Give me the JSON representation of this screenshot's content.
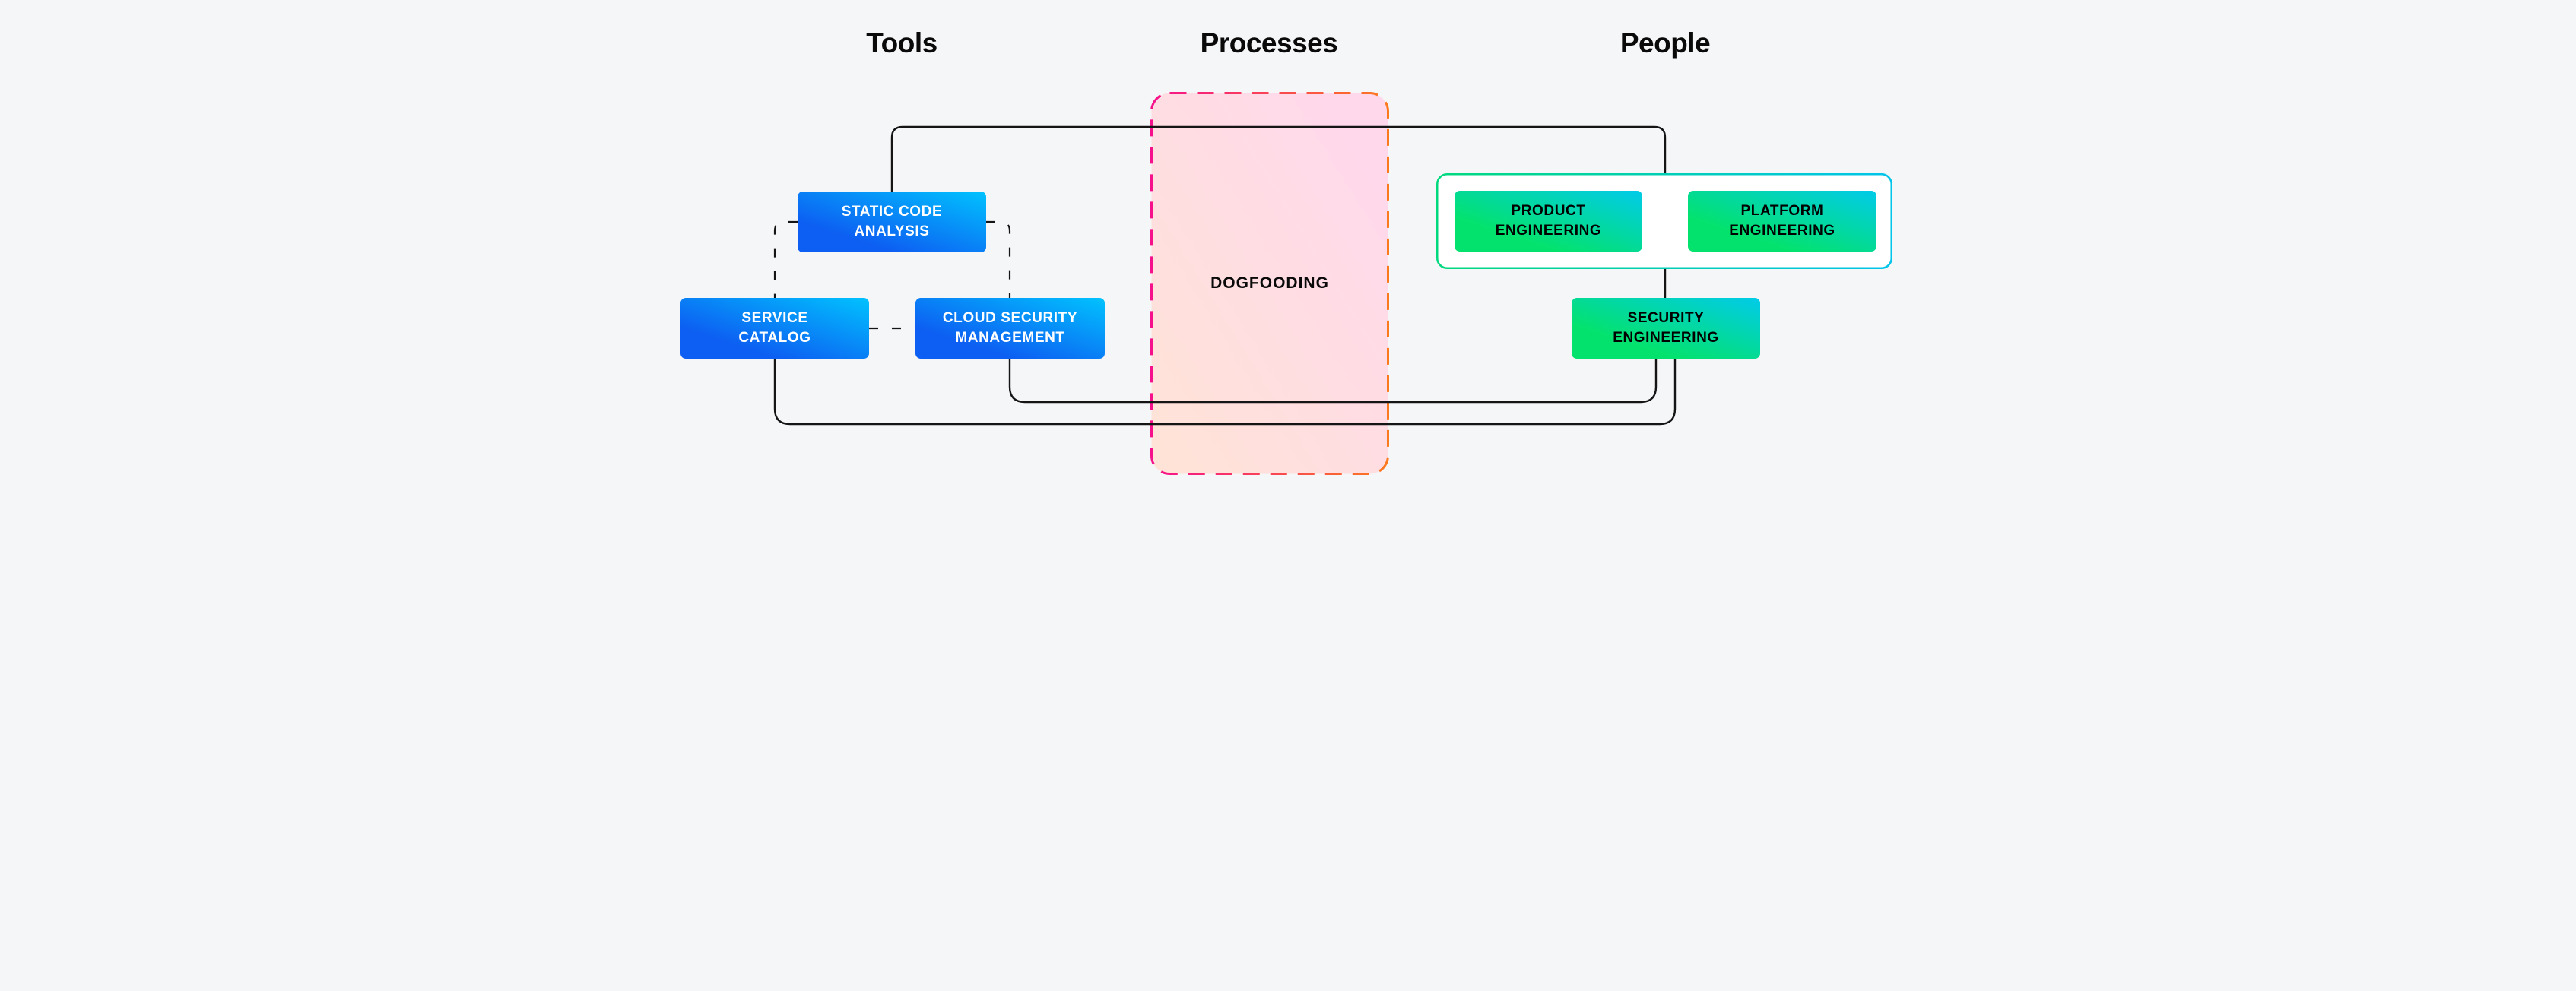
{
  "diagram_title": "Tools / Processes / People dogfooding diagram",
  "headers": {
    "tools": "Tools",
    "processes": "Processes",
    "people": "People"
  },
  "nodes": {
    "static_code_analysis": {
      "label": "STATIC CODE\nANALYSIS",
      "group": "tools"
    },
    "service_catalog": {
      "label": "SERVICE\nCATALOG",
      "group": "tools"
    },
    "cloud_security_management": {
      "label": "CLOUD SECURITY\nMANAGEMENT",
      "group": "tools"
    },
    "dogfooding": {
      "label": "DOGFOODING",
      "group": "processes"
    },
    "product_engineering": {
      "label": "PRODUCT\nENGINEERING",
      "group": "people"
    },
    "platform_engineering": {
      "label": "PLATFORM\nENGINEERING",
      "group": "people"
    },
    "security_engineering": {
      "label": "SECURITY\nENGINEERING",
      "group": "people"
    }
  },
  "colors": {
    "background": "#f4f6f8",
    "line": "#151515",
    "tool_gradient_start": "#0d5ef2",
    "tool_gradient_end": "#00c9ff",
    "tool_text": "#ffffff",
    "people_gradient_start": "#04e26e",
    "people_gradient_end": "#00c9f2",
    "people_text": "#000000",
    "people_group_fill": "#ffffff",
    "people_group_border_start": "#00d97e",
    "people_group_border_end": "#00c4ea",
    "process_border_start": "#f5108c",
    "process_border_end": "#fc7a1e",
    "process_fill_start": "#ffd8ec",
    "process_fill_end": "#ffe3d7"
  }
}
